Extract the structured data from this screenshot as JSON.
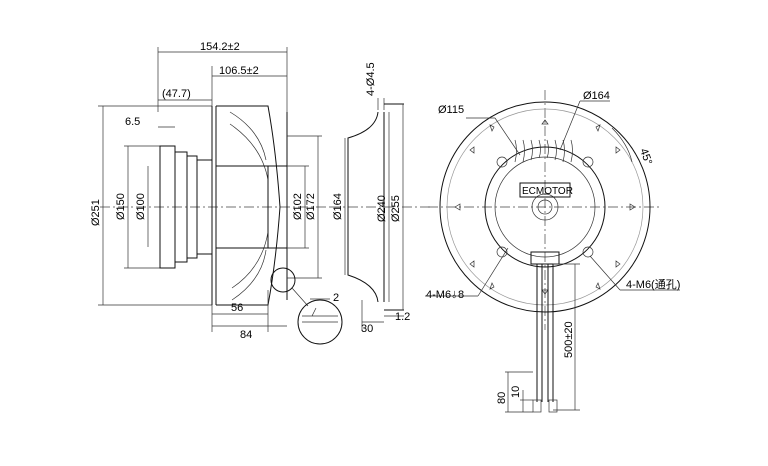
{
  "side_view": {
    "dims": {
      "overall_length": "154.2±2",
      "impeller_length": "106.5±2",
      "offset": "(47.7)",
      "flange": "6.5",
      "d251": "Ø251",
      "d150": "Ø150",
      "d100": "Ø100",
      "d102": "Ø102",
      "d172": "Ø172",
      "len56": "56",
      "len84": "84"
    }
  },
  "section_view": {
    "dims": {
      "holes": "4-Ø4.5",
      "d164": "Ø164",
      "d240": "Ø240",
      "d255": "Ø255",
      "gap2": "2",
      "len30": "30",
      "thick": "1.2"
    }
  },
  "front_view": {
    "dims": {
      "d115": "Ø115",
      "d164": "Ø164",
      "angle": "45°",
      "m6_blind": "4-M6",
      "m6_depth": "8",
      "m6_through": "4-M6(通孔)",
      "cable_len": "500±20",
      "lead80": "80",
      "lead10": "10"
    },
    "label_plate": "ECMOTOR"
  }
}
